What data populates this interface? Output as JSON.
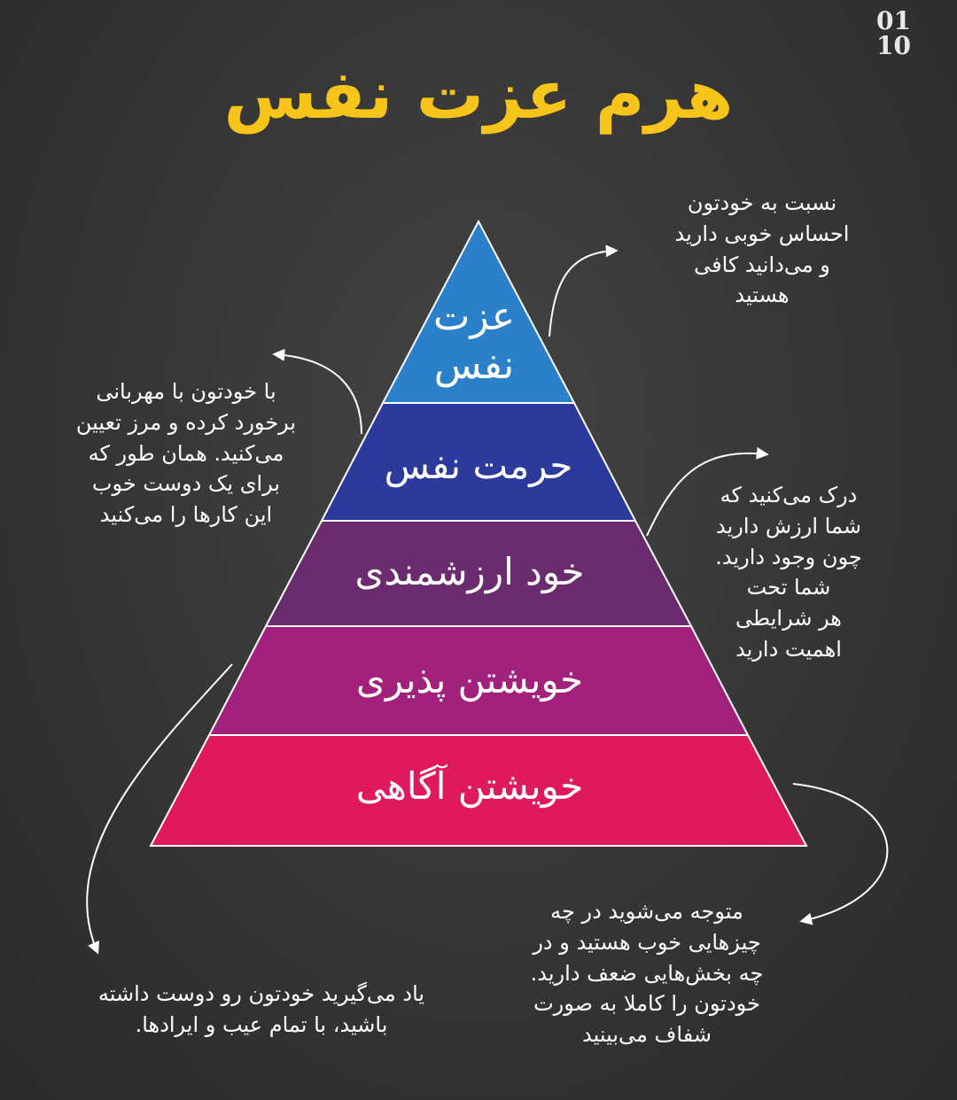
{
  "title": "هرم عزت نفس",
  "page_indicator": {
    "current": "01",
    "total": "10"
  },
  "pyramid": {
    "levels": [
      {
        "label_line1": "عزت",
        "label_line2": "نفس",
        "color": "#2a80c9"
      },
      {
        "label": "حرمت نفس",
        "color": "#2c3b9b"
      },
      {
        "label": "خود ارزشمندی",
        "color": "#6a2c6e"
      },
      {
        "label": "خویشتن پذیری",
        "color": "#a1217d"
      },
      {
        "label": "خویشتن آگاهی",
        "color": "#e0195e"
      }
    ]
  },
  "notes": {
    "self_esteem": [
      "نسبت به خودتون",
      "احساس خوبی دارید",
      "و می‌دانید کافی",
      "هستید"
    ],
    "self_respect": [
      "با خودتون با مهربانی",
      "برخورد کرده و مرز تعیین",
      "می‌کنید. همان طور که",
      "برای یک دوست خوب",
      "این کارها را می‌کنید"
    ],
    "self_worth": [
      "درک می‌کنید که",
      "شما ارزش دارید",
      "چون وجود دارید.",
      "شما تحت",
      "هر شرایطی",
      "اهمیت دارید"
    ],
    "self_awareness": [
      "متوجه می‌شوید در چه",
      "چیزهایی خوب هستید و در",
      "چه بخش‌هایی ضعف دارید.",
      "خودتون را کاملا به صورت",
      "شفاف می‌بینید"
    ],
    "self_acceptance": [
      "یاد می‌گیرید خودتون رو دوست داشته",
      "باشید، با تمام عیب و ایرادها."
    ]
  },
  "colors": {
    "title": "#f7c51a",
    "background": "#343434"
  }
}
